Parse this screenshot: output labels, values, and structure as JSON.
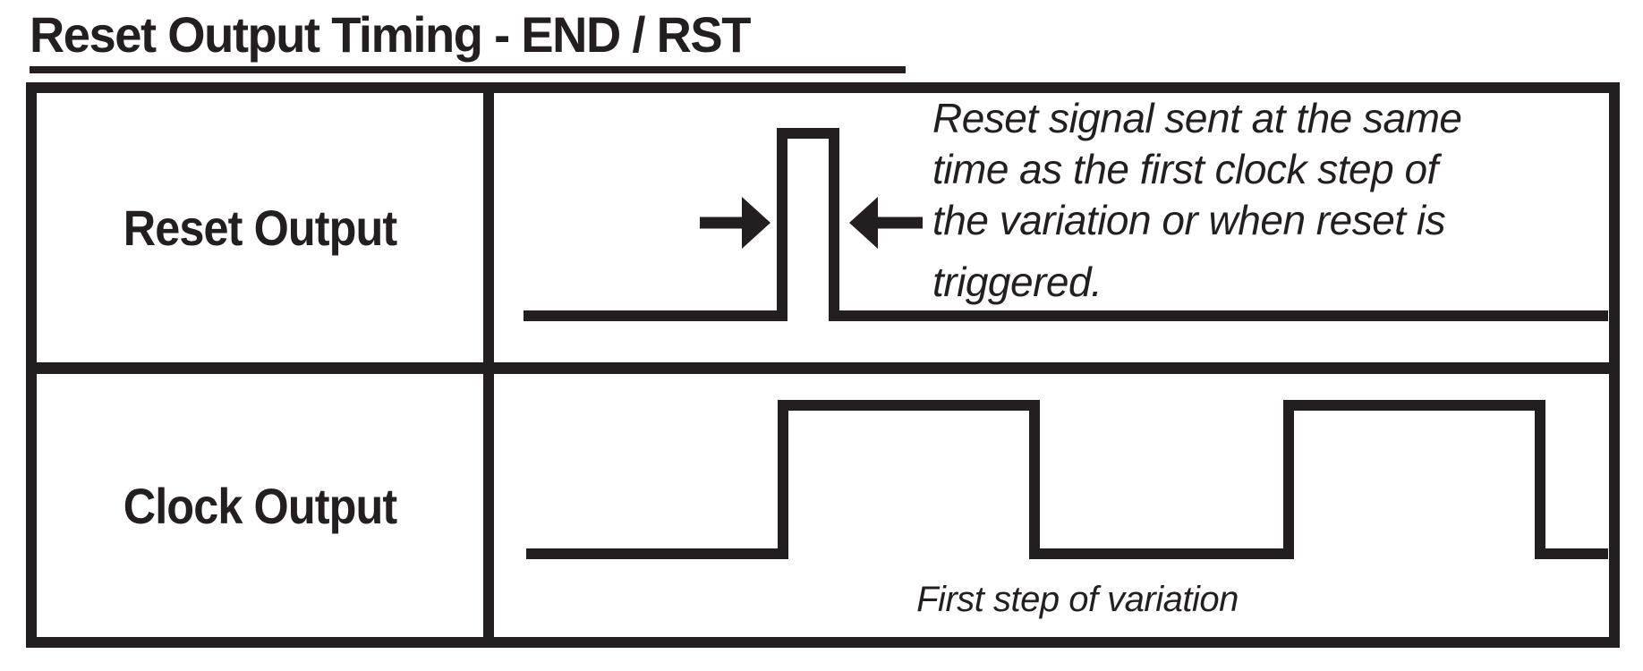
{
  "page": {
    "title": "Reset Output Timing - END / RST",
    "ink_color": "#231f20",
    "background_color": "#ffffff"
  },
  "table": {
    "rows": [
      {
        "label": "Reset Output",
        "annotation": {
          "lines": [
            "Reset signal sent at the same",
            "time as the first clock step of",
            "the variation or when reset is",
            "triggered."
          ],
          "full_text": "Reset signal sent at the same time as the first clock step of the variation or when reset is triggered."
        },
        "icons": [
          "arrow-right-icon",
          "arrow-left-icon"
        ]
      },
      {
        "label": "Clock Output",
        "caption": "First step of variation"
      }
    ]
  },
  "diagram_data": {
    "type": "timing-diagram",
    "signals": [
      {
        "name": "Reset Output",
        "shape": "low baseline with one narrow high pulse",
        "states": [
          "low",
          "high",
          "low"
        ],
        "pulse_alignment": "pulse rises at the same time as the first clock step of the variation"
      },
      {
        "name": "Clock Output",
        "shape": "square wave",
        "states": [
          "low",
          "high",
          "low",
          "high",
          "low"
        ],
        "note": "first rising edge marks the first step of variation"
      }
    ]
  }
}
